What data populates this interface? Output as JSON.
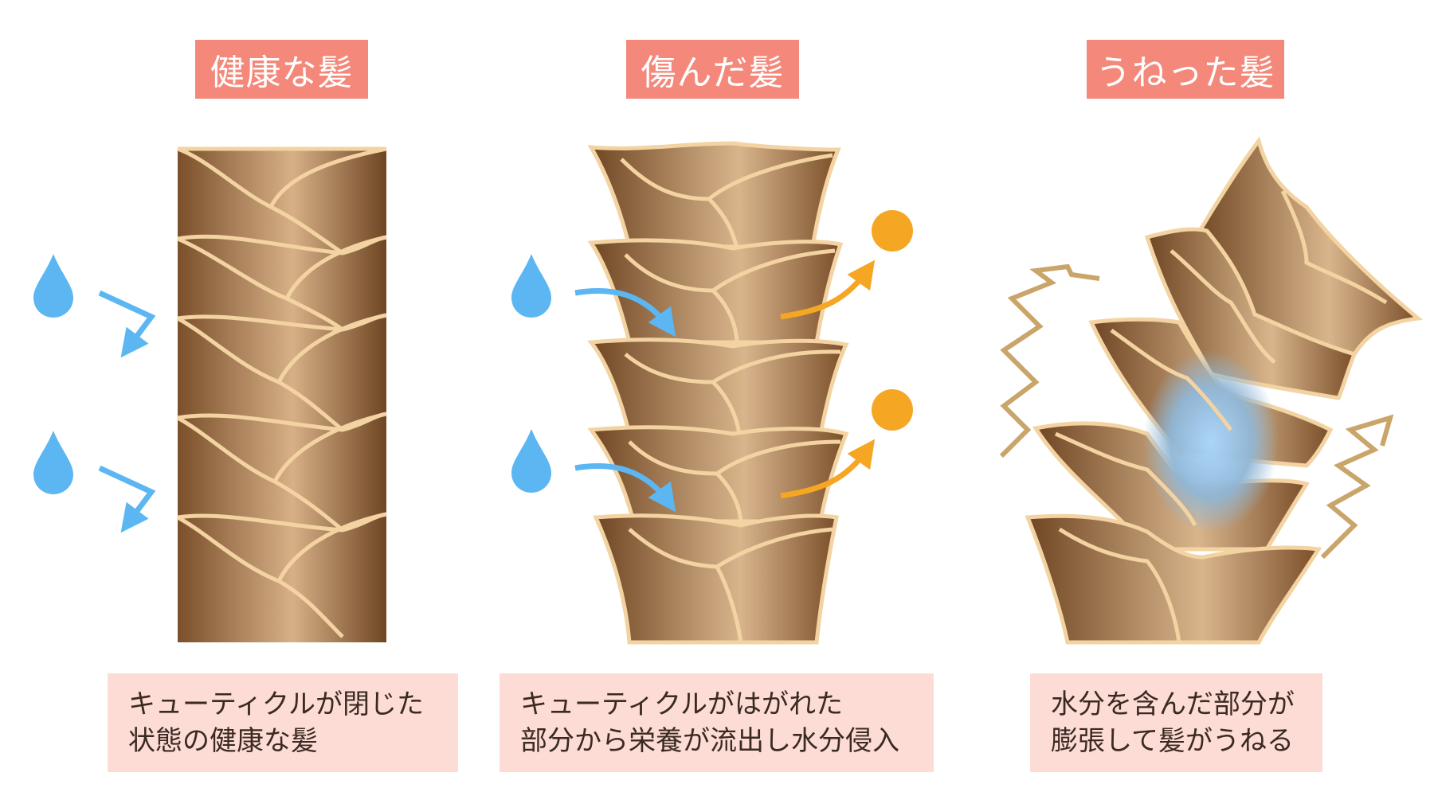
{
  "panels": [
    {
      "title": "健康な髪",
      "caption_lines": [
        "キューティクルが閉じた",
        "状態の健康な髪"
      ]
    },
    {
      "title": "傷んだ髪",
      "caption_lines": [
        "キューティクルがはがれた",
        "部分から栄養が流出し水分侵入"
      ]
    },
    {
      "title": "うねった髪",
      "caption_lines": [
        "水分を含んだ部分が",
        "膨張して髪がうねる"
      ]
    }
  ],
  "icons": {
    "water": "water-drop-icon",
    "nutrient": "nutrient-dot-icon",
    "stress": "zigzag-stress-icon"
  },
  "colors": {
    "title_bg": "#f4887a",
    "caption_bg": "#fddcd6",
    "hair_dark": "#7a4f2a",
    "hair_light": "#d8b288",
    "cuticle_edge": "#f3d3a2",
    "water": "#5cb6f2",
    "nutrient": "#f5a623",
    "stress": "#c9a56a"
  }
}
